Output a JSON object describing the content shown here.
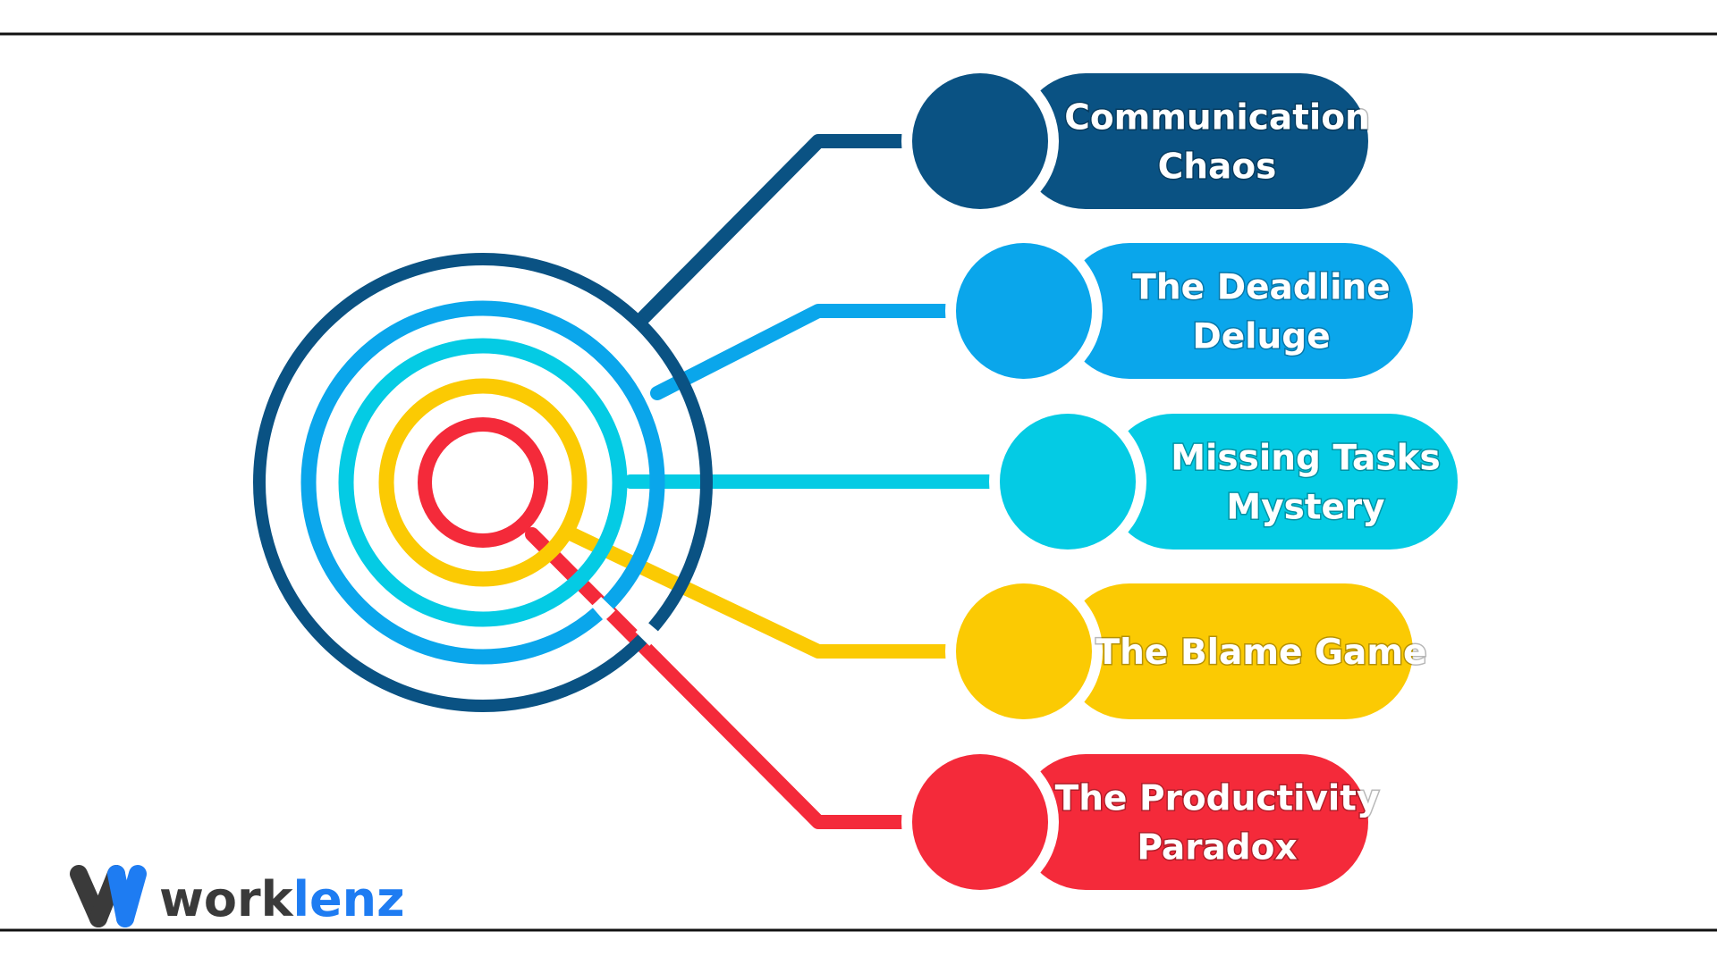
{
  "diagram": {
    "items": [
      {
        "label_lines": [
          "Communication",
          "Chaos"
        ],
        "color": "#0A5283"
      },
      {
        "label_lines": [
          "The Deadline",
          "Deluge"
        ],
        "color": "#0AA6EB"
      },
      {
        "label_lines": [
          "Missing Tasks",
          "Mystery"
        ],
        "color": "#04CBE4"
      },
      {
        "label_lines": [
          "The Blame Game"
        ],
        "color": "#FBCA03"
      },
      {
        "label_lines": [
          "The Productivity",
          "Paradox"
        ],
        "color": "#F42A3A"
      }
    ]
  },
  "brand": {
    "part1": "work",
    "part2": "lenz",
    "color_dark": "#3A3A3A",
    "color_accent": "#1E7CF2",
    "icon": "worklenz-w-logo-icon"
  },
  "frame": {
    "line_color": "#111111"
  }
}
